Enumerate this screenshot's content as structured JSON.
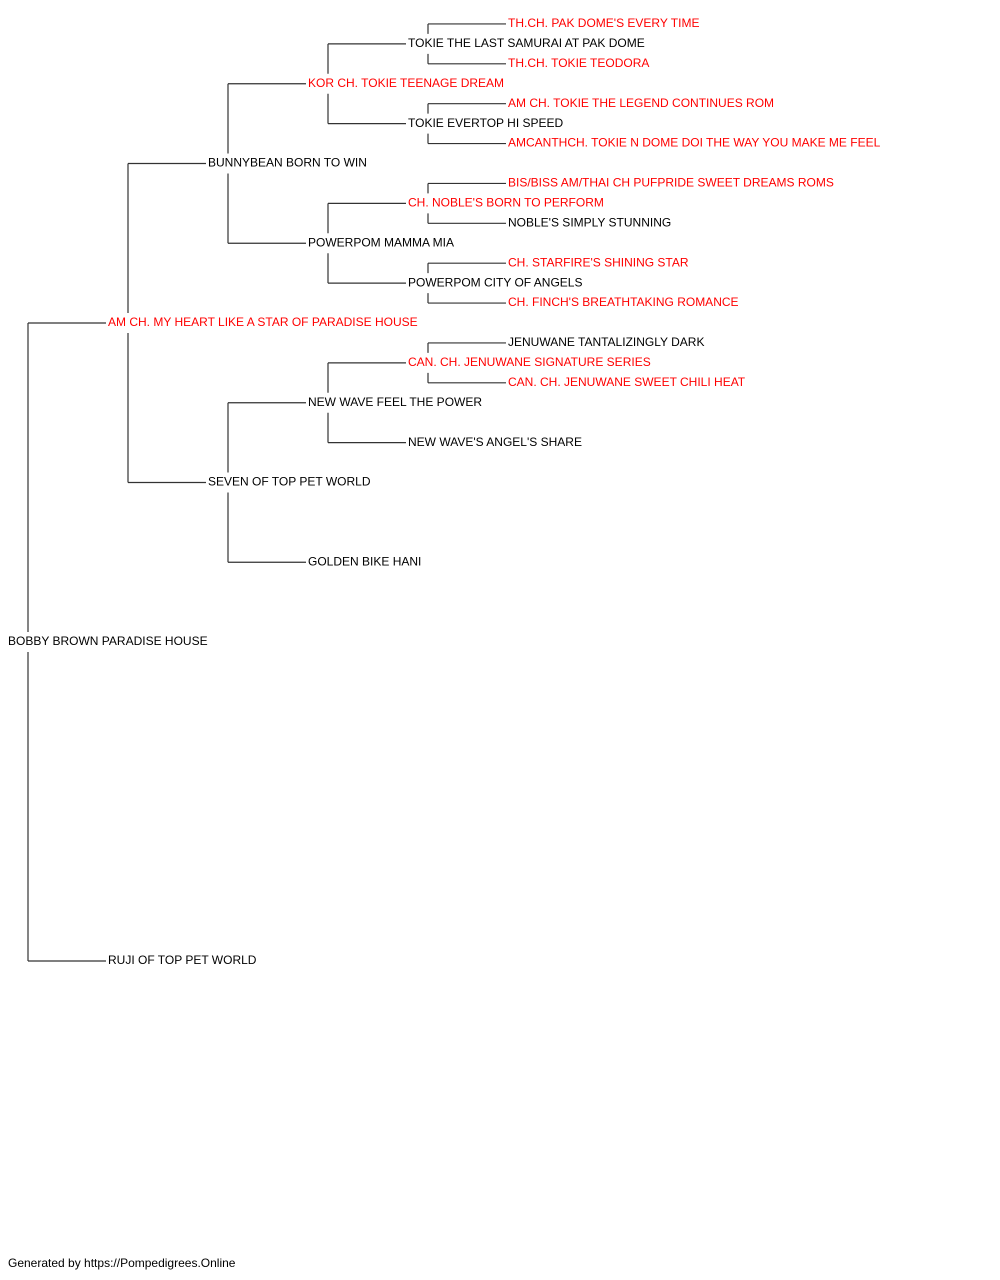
{
  "colors": {
    "champion": "#ff0000",
    "normal": "#000000",
    "connector": "#333333"
  },
  "pedigree": {
    "name": "BOBBY BROWN PARADISE HOUSE",
    "champion": false,
    "sire": {
      "name": "AM CH. MY HEART LIKE A STAR OF PARADISE HOUSE",
      "champion": true,
      "sire": {
        "name": "BUNNYBEAN BORN TO WIN",
        "champion": false,
        "sire": {
          "name": "KOR CH. TOKIE TEENAGE DREAM",
          "champion": true,
          "sire": {
            "name": "TOKIE THE LAST SAMURAI AT PAK DOME",
            "champion": false,
            "sire": {
              "name": "TH.CH. PAK DOME'S EVERY TIME",
              "champion": true
            },
            "dam": {
              "name": "TH.CH. TOKIE TEODORA",
              "champion": true
            }
          },
          "dam": {
            "name": "TOKIE EVERTOP HI SPEED",
            "champion": false,
            "sire": {
              "name": "AM CH. TOKIE THE LEGEND CONTINUES ROM",
              "champion": true
            },
            "dam": {
              "name": "AMCANTHCH. TOKIE N DOME DOI THE WAY YOU MAKE ME FEEL",
              "champion": true
            }
          }
        },
        "dam": {
          "name": "POWERPOM MAMMA MIA",
          "champion": false,
          "sire": {
            "name": "CH. NOBLE'S BORN TO PERFORM",
            "champion": true,
            "sire": {
              "name": "BIS/BISS AM/THAI CH PUFPRIDE SWEET DREAMS ROMS",
              "champion": true
            },
            "dam": {
              "name": "NOBLE'S SIMPLY STUNNING",
              "champion": false
            }
          },
          "dam": {
            "name": "POWERPOM CITY OF ANGELS",
            "champion": false,
            "sire": {
              "name": "CH. STARFIRE'S SHINING STAR",
              "champion": true
            },
            "dam": {
              "name": "CH. FINCH'S BREATHTAKING ROMANCE",
              "champion": true
            }
          }
        }
      },
      "dam": {
        "name": "SEVEN OF TOP PET WORLD",
        "champion": false,
        "sire": {
          "name": "NEW WAVE FEEL THE POWER",
          "champion": false,
          "sire": {
            "name": "CAN. CH. JENUWANE SIGNATURE SERIES",
            "champion": true,
            "sire": {
              "name": "JENUWANE TANTALIZINGLY DARK",
              "champion": false
            },
            "dam": {
              "name": "CAN. CH. JENUWANE SWEET CHILI HEAT",
              "champion": true
            }
          },
          "dam": {
            "name": "NEW WAVE'S ANGEL'S SHARE",
            "champion": false
          }
        },
        "dam": {
          "name": "GOLDEN BIKE HANI",
          "champion": false
        }
      }
    },
    "dam": {
      "name": "RUJI OF TOP PET WORLD",
      "champion": false
    }
  },
  "footer": "Generated by https://Pompedigrees.Online"
}
